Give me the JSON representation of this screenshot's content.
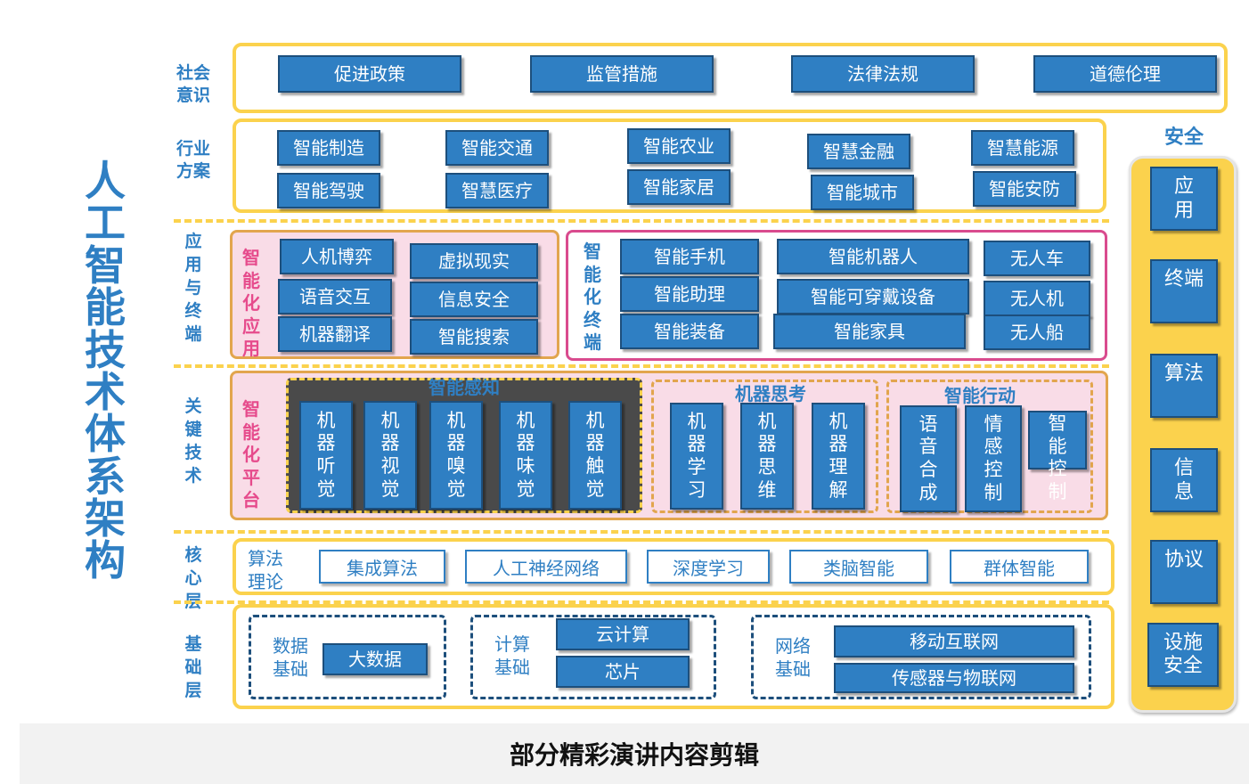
{
  "main_title": "人工智能技术体系架构",
  "footer": "部分精彩演讲内容剪辑",
  "row_labels": {
    "social": "社会意识",
    "industry": "行业方案",
    "app_terminal": "应用与终端",
    "key_tech": "关键技术",
    "core": "核心层",
    "base": "基础层"
  },
  "social": [
    "促进政策",
    "监管措施",
    "法律法规",
    "道德伦理"
  ],
  "industry": [
    [
      "智能制造",
      "智能驾驶"
    ],
    [
      "智能交通",
      "智慧医疗"
    ],
    [
      "智能农业",
      "智能家居"
    ],
    [
      "智慧金融",
      "智能城市"
    ],
    [
      "智慧能源",
      "智能安防"
    ]
  ],
  "smart_app": {
    "label": "智能化应用",
    "col1": [
      "人机博弈",
      "语音交互",
      "机器翻译"
    ],
    "col2": [
      "虚拟现实",
      "信息安全",
      "智能搜索"
    ]
  },
  "smart_terminal": {
    "label": "智能化终端",
    "col1": [
      "智能手机",
      "智能助理",
      "智能装备"
    ],
    "col2": [
      "智能机器人",
      "智能可穿戴设备",
      "智能家具"
    ],
    "col3": [
      "无人车",
      "无人机",
      "无人船"
    ]
  },
  "platform": {
    "label": "智能化平台",
    "perception": {
      "title": "智能感知",
      "items": [
        "机器听觉",
        "机器视觉",
        "机器嗅觉",
        "机器味觉",
        "机器触觉"
      ]
    },
    "thinking": {
      "title": "机器思考",
      "items": [
        "机器学习",
        "机器思维",
        "机器理解"
      ]
    },
    "action": {
      "title": "智能行动",
      "items": [
        "语音合成",
        "情感控制",
        "智能控制"
      ]
    }
  },
  "core": {
    "label": "算法理论",
    "items": [
      "集成算法",
      "人工神经网络",
      "深度学习",
      "类脑智能",
      "群体智能"
    ]
  },
  "base": {
    "data": {
      "label": "数据基础",
      "items": [
        "大数据"
      ]
    },
    "compute": {
      "label": "计算基础",
      "items": [
        "云计算",
        "芯片"
      ]
    },
    "network": {
      "label": "网络基础",
      "items": [
        "移动互联网",
        "传感器与物联网"
      ]
    }
  },
  "security": {
    "title": "安全",
    "items": [
      "应用",
      "终端",
      "算法",
      "信息",
      "协议",
      "设施安全"
    ]
  }
}
